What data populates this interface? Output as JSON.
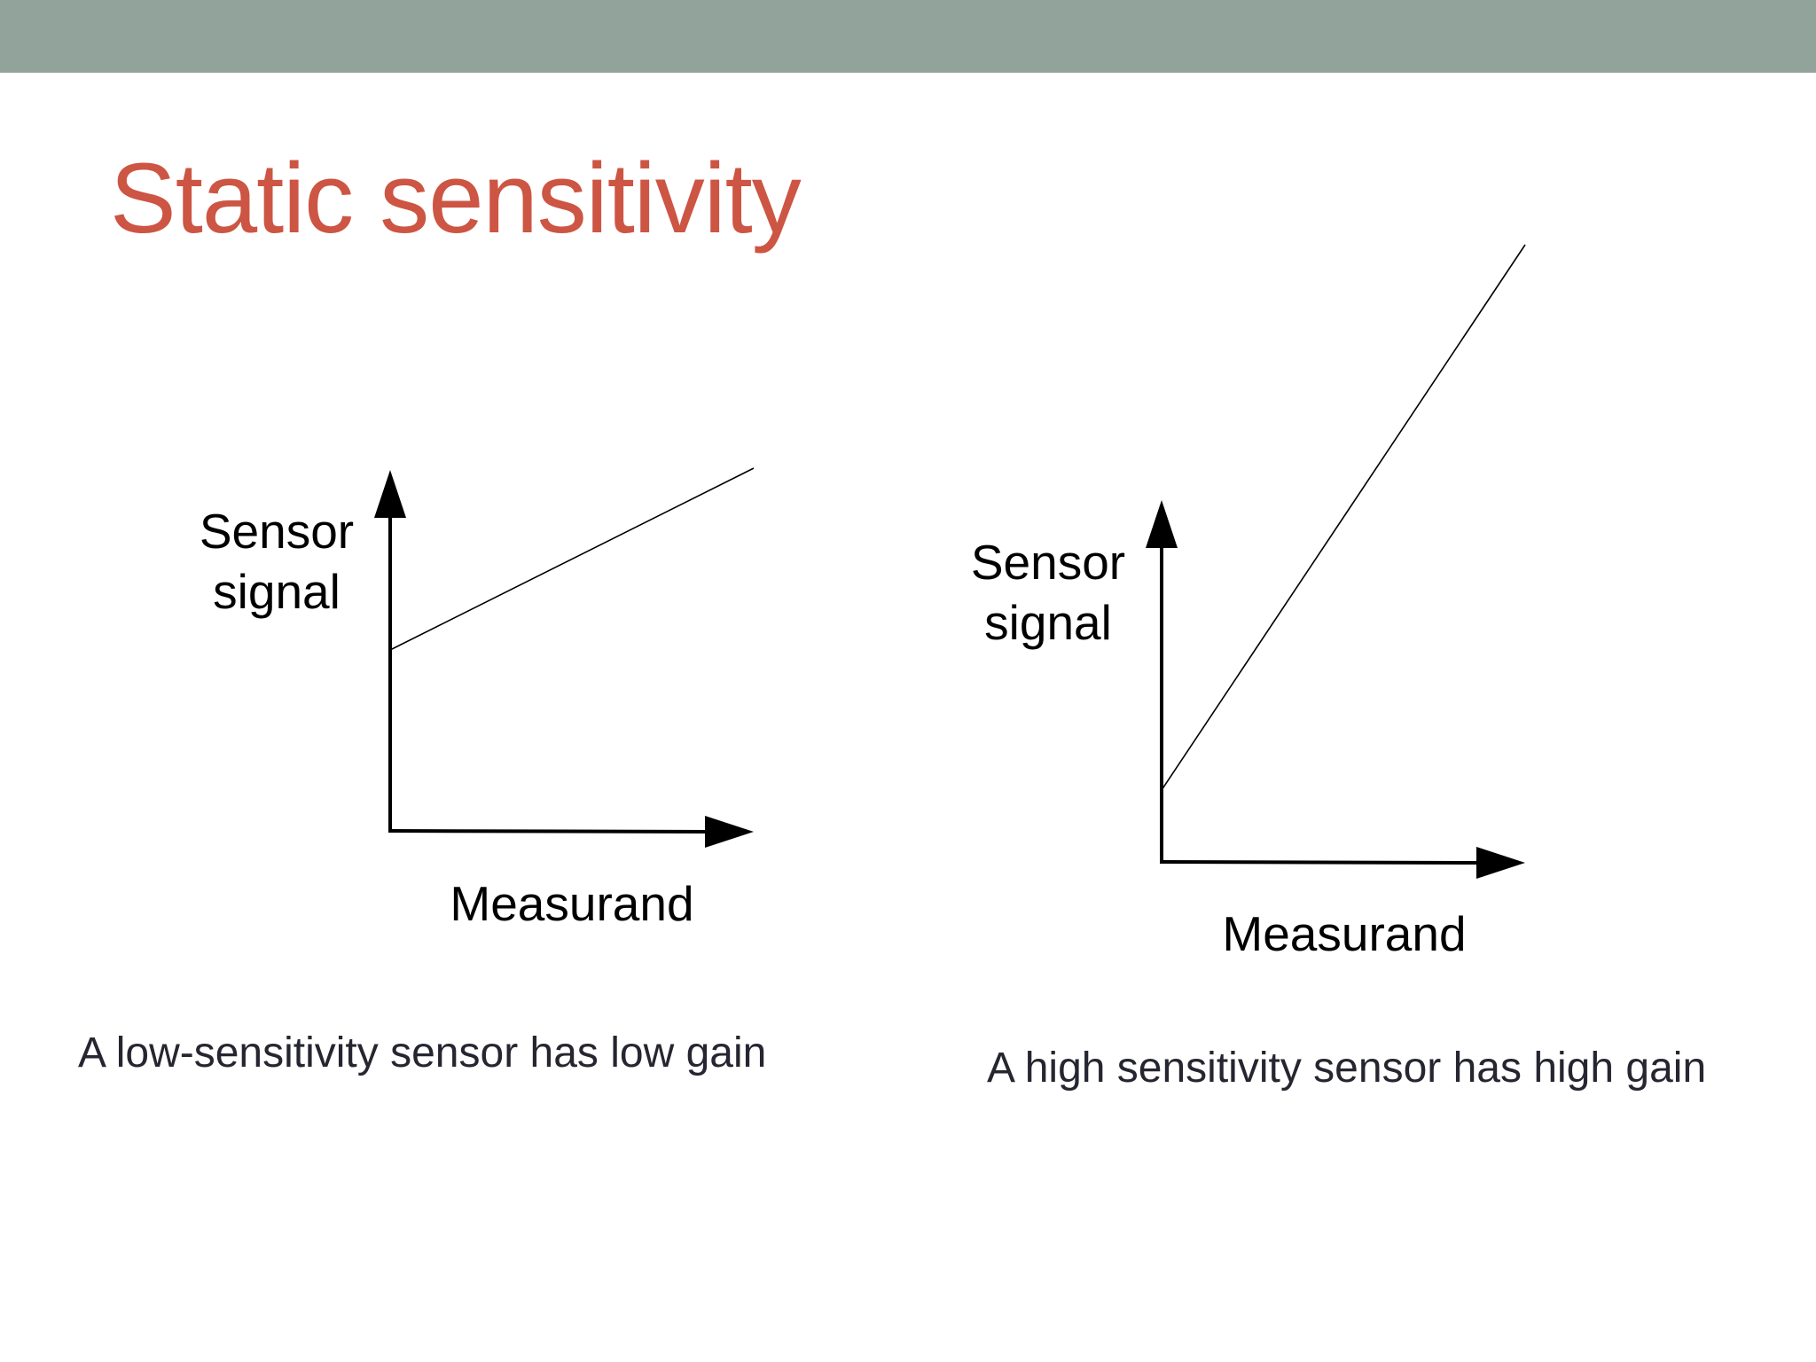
{
  "slide": {
    "title": "Static sensitivity",
    "colors": {
      "top_bar": "#91a39a",
      "title": "#cd5543",
      "caption_text": "#262631",
      "diagram_ink": "#000000"
    }
  },
  "diagrams": {
    "left": {
      "y_label_line1": "Sensor",
      "y_label_line2": "signal",
      "x_label": "Measurand",
      "caption": "A low-sensitivity sensor has low gain",
      "response_line": {
        "intercept": 0.5,
        "slope": 0.5
      }
    },
    "right": {
      "y_label_line1": "Sensor",
      "y_label_line2": "signal",
      "x_label": "Measurand",
      "caption": "A high sensitivity sensor has high gain",
      "response_line": {
        "intercept": 0.2,
        "slope": 1.5
      }
    }
  }
}
